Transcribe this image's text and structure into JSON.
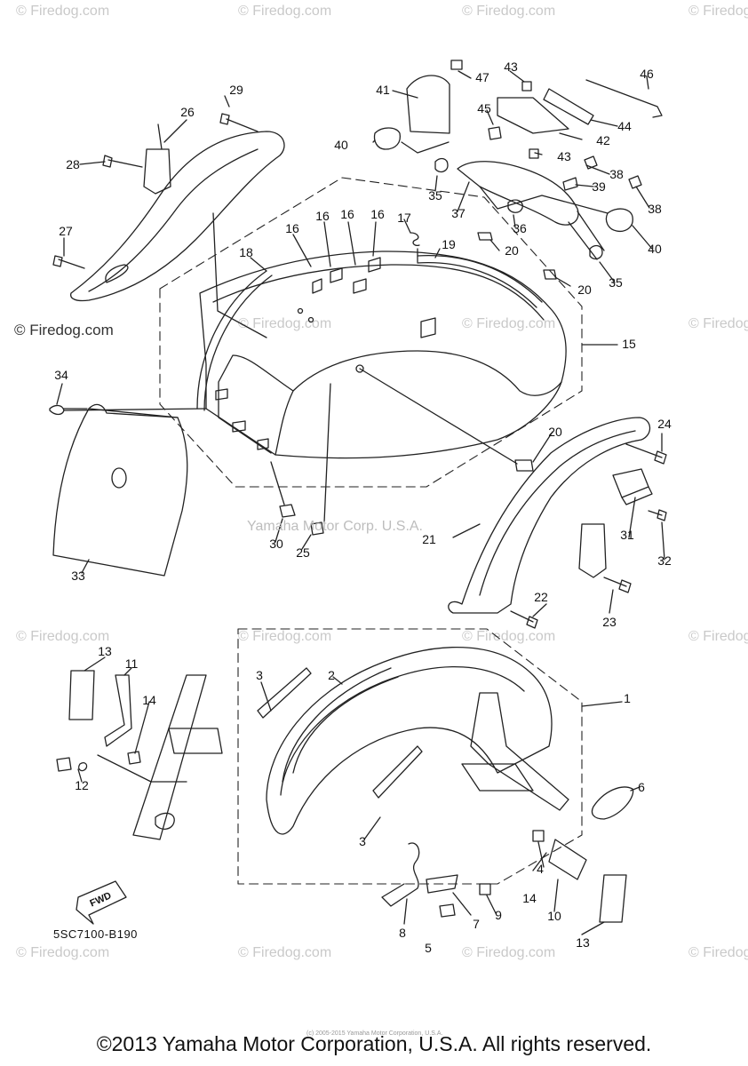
{
  "watermark": {
    "text": "© Firedog.com"
  },
  "diagram_code": "5SC7100-B190",
  "fwd_label": "FWD",
  "mid_watermark": "Yamaha Motor Corp. U.S.A.",
  "copyright_footer": "©2013 Yamaha Motor Corporation, U.S.A. All rights reserved.",
  "tiny_note": "(c) 2005-2015 Yamaha Motor Corporation, U.S.A.",
  "callouts": [
    {
      "id": "c1",
      "label": "1"
    },
    {
      "id": "c2",
      "label": "2"
    },
    {
      "id": "c3a",
      "label": "3"
    },
    {
      "id": "c3b",
      "label": "3"
    },
    {
      "id": "c4",
      "label": "4"
    },
    {
      "id": "c5",
      "label": "5"
    },
    {
      "id": "c6",
      "label": "6"
    },
    {
      "id": "c7",
      "label": "7"
    },
    {
      "id": "c8",
      "label": "8"
    },
    {
      "id": "c9",
      "label": "9"
    },
    {
      "id": "c10",
      "label": "10"
    },
    {
      "id": "c11",
      "label": "11"
    },
    {
      "id": "c12",
      "label": "12"
    },
    {
      "id": "c13a",
      "label": "13"
    },
    {
      "id": "c13b",
      "label": "13"
    },
    {
      "id": "c14a",
      "label": "14"
    },
    {
      "id": "c14b",
      "label": "14"
    },
    {
      "id": "c15",
      "label": "15"
    },
    {
      "id": "c16a",
      "label": "16"
    },
    {
      "id": "c16b",
      "label": "16"
    },
    {
      "id": "c16c",
      "label": "16"
    },
    {
      "id": "c16d",
      "label": "16"
    },
    {
      "id": "c17",
      "label": "17"
    },
    {
      "id": "c18",
      "label": "18"
    },
    {
      "id": "c19",
      "label": "19"
    },
    {
      "id": "c20a",
      "label": "20"
    },
    {
      "id": "c20b",
      "label": "20"
    },
    {
      "id": "c20c",
      "label": "20"
    },
    {
      "id": "c21",
      "label": "21"
    },
    {
      "id": "c22",
      "label": "22"
    },
    {
      "id": "c23",
      "label": "23"
    },
    {
      "id": "c24",
      "label": "24"
    },
    {
      "id": "c25",
      "label": "25"
    },
    {
      "id": "c26",
      "label": "26"
    },
    {
      "id": "c27",
      "label": "27"
    },
    {
      "id": "c28",
      "label": "28"
    },
    {
      "id": "c29",
      "label": "29"
    },
    {
      "id": "c30",
      "label": "30"
    },
    {
      "id": "c31",
      "label": "31"
    },
    {
      "id": "c32",
      "label": "32"
    },
    {
      "id": "c33",
      "label": "33"
    },
    {
      "id": "c34",
      "label": "34"
    },
    {
      "id": "c35a",
      "label": "35"
    },
    {
      "id": "c35b",
      "label": "35"
    },
    {
      "id": "c36",
      "label": "36"
    },
    {
      "id": "c37",
      "label": "37"
    },
    {
      "id": "c38a",
      "label": "38"
    },
    {
      "id": "c38b",
      "label": "38"
    },
    {
      "id": "c39",
      "label": "39"
    },
    {
      "id": "c40a",
      "label": "40"
    },
    {
      "id": "c40b",
      "label": "40"
    },
    {
      "id": "c41",
      "label": "41"
    },
    {
      "id": "c42",
      "label": "42"
    },
    {
      "id": "c43a",
      "label": "43"
    },
    {
      "id": "c43b",
      "label": "43"
    },
    {
      "id": "c44",
      "label": "44"
    },
    {
      "id": "c45",
      "label": "45"
    },
    {
      "id": "c46",
      "label": "46"
    },
    {
      "id": "c47",
      "label": "47"
    }
  ]
}
